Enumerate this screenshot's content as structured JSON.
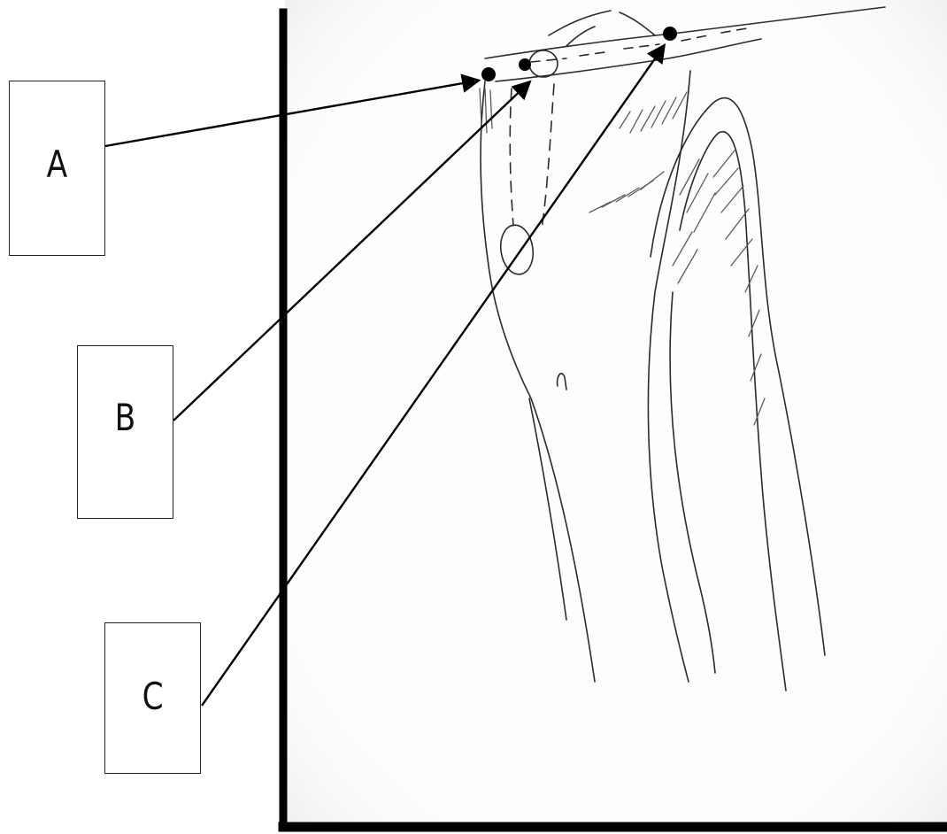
{
  "labels": {
    "a": "A",
    "b": "B",
    "c": "C"
  },
  "colors": {
    "frame": "#000000",
    "sketch": "#2a2a2a",
    "shading": "#5a5a5a",
    "pointer": "#000000"
  }
}
